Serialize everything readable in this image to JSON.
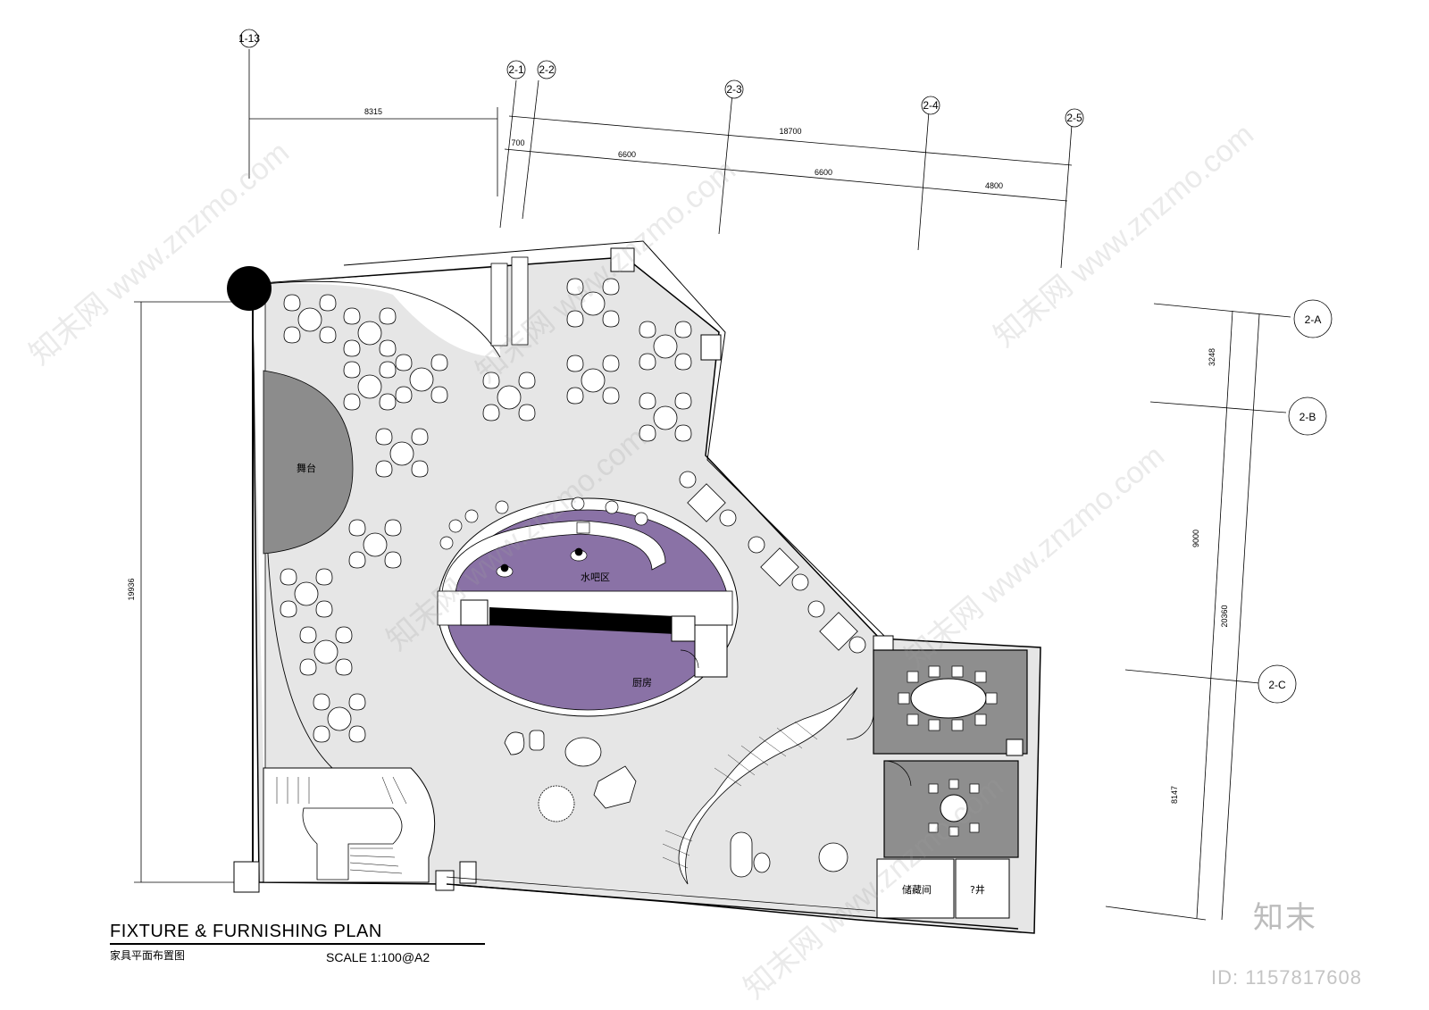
{
  "title": {
    "main": "FIXTURE & FURNISHING PLAN",
    "subtitle": "家具平面布置图",
    "scale": "SCALE  1:100@A2"
  },
  "grid_labels": {
    "top": [
      "1-13",
      "2-1",
      "2-2",
      "2-3",
      "2-4",
      "2-5"
    ],
    "right": [
      "2-A",
      "2-B",
      "2-C"
    ]
  },
  "dimensions": {
    "top_left": "8315",
    "top_total": "18700",
    "top_segments": [
      "700",
      "6600",
      "6600",
      "4800"
    ],
    "left_height": "19936",
    "right_segments": [
      "3248",
      "9000",
      "8147"
    ],
    "right_total": "20360"
  },
  "rooms": {
    "stage": "舞台",
    "bar": "水吧区",
    "kitchen": "厨房",
    "storage": "储藏间",
    "shaft": "?井"
  },
  "brand": {
    "logo": "知末",
    "id": "ID: 1157817608",
    "watermark": "知末网 www.znzmo.com"
  },
  "colors": {
    "floor": "#e6e6e6",
    "stage": "#8c8c8c",
    "kitchen": "#8a72a6",
    "meeting_room": "#8e8e8e"
  }
}
